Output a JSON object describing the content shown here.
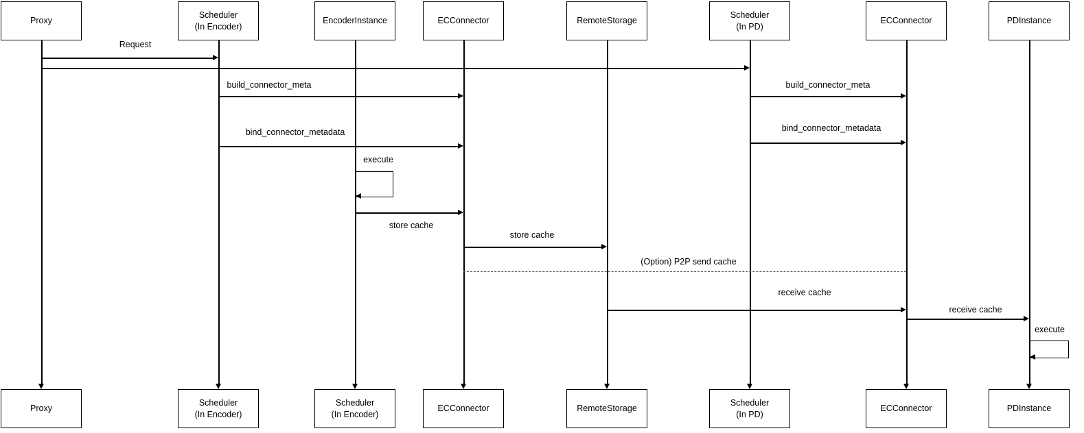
{
  "diagram": {
    "type": "sequence-diagram",
    "colors": {
      "line": "#000000",
      "box_bg": "#ffffff",
      "background": "#ffffff",
      "text": "#000000"
    },
    "actors_top": [
      {
        "label": "Proxy"
      },
      {
        "label": "Scheduler\n(In Encoder)"
      },
      {
        "label": "EncoderInstance"
      },
      {
        "label": "ECConnector"
      },
      {
        "label": "RemoteStorage"
      },
      {
        "label": "Scheduler\n(In PD)"
      },
      {
        "label": "ECConnector"
      },
      {
        "label": "PDInstance"
      }
    ],
    "actors_bottom": [
      {
        "label": "Proxy"
      },
      {
        "label": "Scheduler\n(In Encoder)"
      },
      {
        "label": "Scheduler\n(In Encoder)"
      },
      {
        "label": "ECConnector"
      },
      {
        "label": "RemoteStorage"
      },
      {
        "label": "Scheduler\n(In PD)"
      },
      {
        "label": "ECConnector"
      },
      {
        "label": "PDInstance"
      }
    ],
    "messages": [
      {
        "label": "Request",
        "from": "Proxy",
        "to": "Scheduler (In Encoder)",
        "style": "solid"
      },
      {
        "label": "",
        "from": "Proxy",
        "to": "Scheduler (In PD)",
        "style": "solid"
      },
      {
        "label": "build_connector_meta",
        "from": "Scheduler (In Encoder)",
        "to": "ECConnector",
        "style": "solid"
      },
      {
        "label": "build_connector_meta",
        "from": "Scheduler (In PD)",
        "to": "ECConnector",
        "style": "solid"
      },
      {
        "label": "bind_connector_metadata",
        "from": "Scheduler (In Encoder)",
        "to": "ECConnector",
        "style": "solid"
      },
      {
        "label": "bind_connector_metadata",
        "from": "Scheduler (In PD)",
        "to": "ECConnector",
        "style": "solid"
      },
      {
        "label": "execute",
        "type": "self",
        "actor": "EncoderInstance"
      },
      {
        "label": "store cache",
        "from": "EncoderInstance",
        "to": "ECConnector",
        "style": "solid"
      },
      {
        "label": "store cache",
        "from": "ECConnector",
        "to": "RemoteStorage",
        "style": "solid"
      },
      {
        "label": "(Option) P2P send cache",
        "from": "ECConnector",
        "to": "ECConnector (PD)",
        "style": "dashed"
      },
      {
        "label": "receive cache",
        "from": "RemoteStorage",
        "to": "ECConnector (PD)",
        "style": "solid"
      },
      {
        "label": "receive cache",
        "from": "ECConnector (PD)",
        "to": "PDInstance",
        "style": "solid"
      },
      {
        "label": "execute",
        "type": "self",
        "actor": "PDInstance"
      }
    ]
  }
}
